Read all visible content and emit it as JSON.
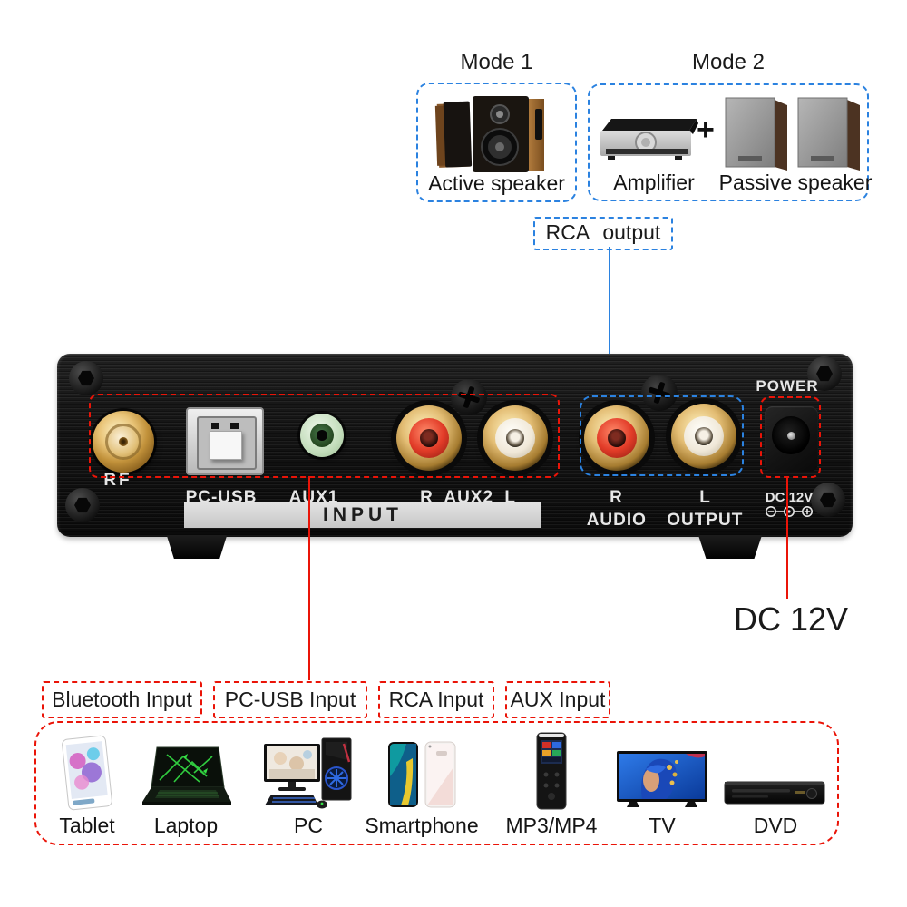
{
  "modes": {
    "mode1": {
      "title": "Mode 1",
      "caption": "Active speaker"
    },
    "mode2": {
      "title": "Mode 2",
      "plus": "+",
      "amp_caption": "Amplifier",
      "spk_caption": "Passive speaker"
    }
  },
  "annotations": {
    "rca_output": "RCA output",
    "dc_12v": "DC 12V",
    "input_labels": [
      "Bluetooth Input",
      "PC-USB Input",
      "RCA Input",
      "AUX Input"
    ]
  },
  "device": {
    "rf": "RF",
    "pc_usb": "PC-USB",
    "aux1": "AUX1",
    "aux2": "R AUX2 L",
    "out_r": "R",
    "out_l": "L",
    "audio_output": "AUDIO OUTPUT",
    "input_strip": "INPUT",
    "power": "POWER",
    "dc_small": "DC 12V"
  },
  "sources": [
    {
      "label": "Tablet"
    },
    {
      "label": "Laptop"
    },
    {
      "label": "PC"
    },
    {
      "label": "Smartphone"
    },
    {
      "label": "MP3/MP4"
    },
    {
      "label": "TV"
    },
    {
      "label": "DVD"
    }
  ],
  "colors": {
    "annotation_red": "#ea1408",
    "annotation_blue": "#2b82e0",
    "rca_red": "#e23c28",
    "rca_white": "#f0e8d8",
    "aux_green": "#c3ddbb",
    "connector_gold": "#e3bd74"
  }
}
